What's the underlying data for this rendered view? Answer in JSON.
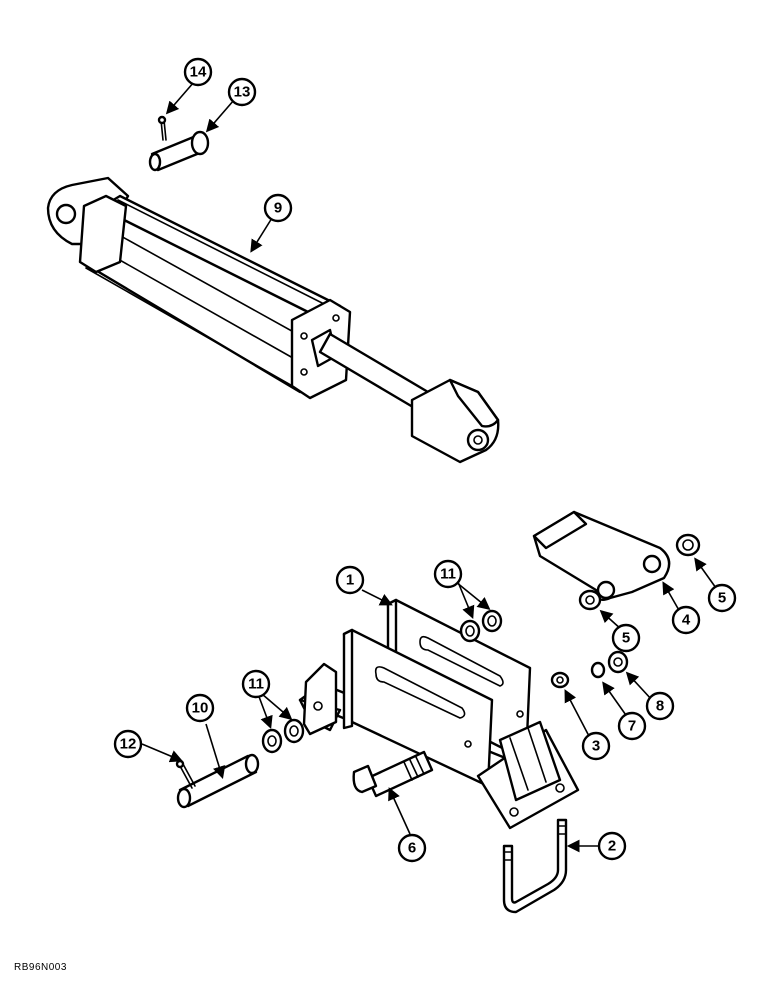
{
  "figure_code": "RB96N003",
  "callouts": [
    {
      "id": "c14",
      "label": "14"
    },
    {
      "id": "c13",
      "label": "13"
    },
    {
      "id": "c9",
      "label": "9"
    },
    {
      "id": "c1",
      "label": "1"
    },
    {
      "id": "c11a",
      "label": "11"
    },
    {
      "id": "c5a",
      "label": "5"
    },
    {
      "id": "c4",
      "label": "4"
    },
    {
      "id": "c5b",
      "label": "5"
    },
    {
      "id": "c8",
      "label": "8"
    },
    {
      "id": "c7",
      "label": "7"
    },
    {
      "id": "c3",
      "label": "3"
    },
    {
      "id": "c11b",
      "label": "11"
    },
    {
      "id": "c10",
      "label": "10"
    },
    {
      "id": "c12",
      "label": "12"
    },
    {
      "id": "c6",
      "label": "6"
    },
    {
      "id": "c2",
      "label": "2"
    }
  ]
}
